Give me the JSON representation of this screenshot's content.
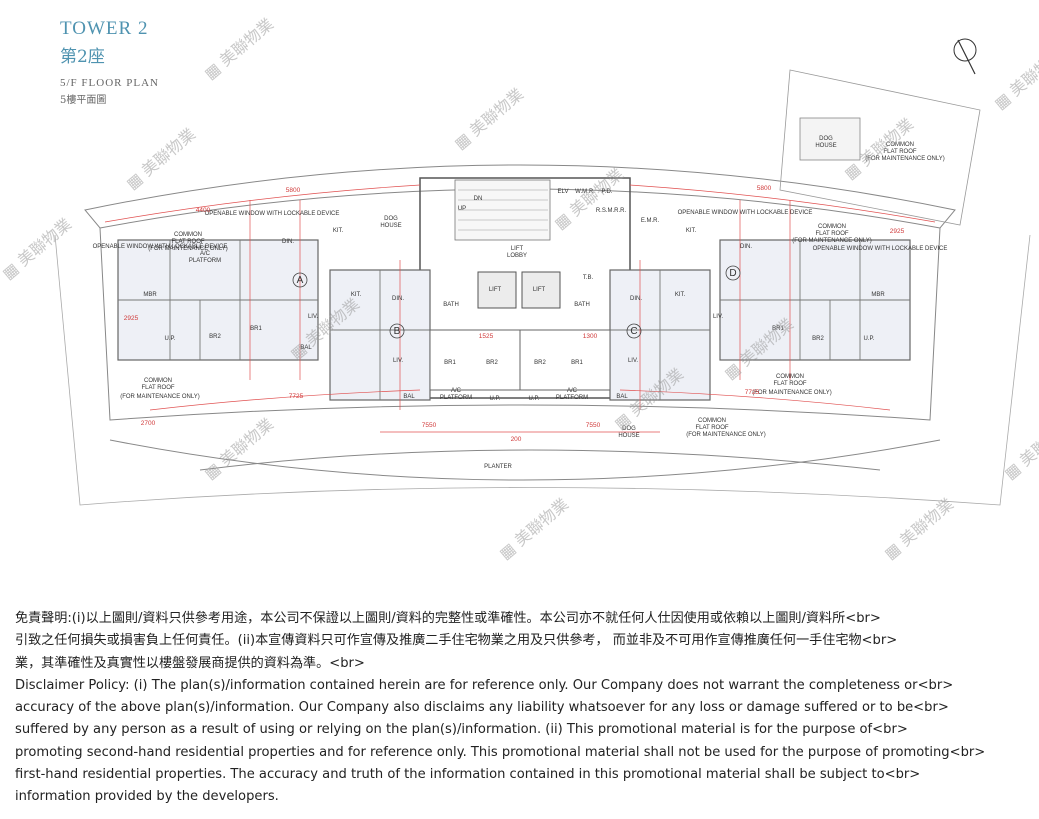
{
  "title": {
    "tower_en": "TOWER 2",
    "tower_zh": "第2座",
    "floor_en": "5/F FLOOR PLAN",
    "floor_zh": "5樓平面圖"
  },
  "watermark": "美聯物業",
  "units": [
    "A",
    "B",
    "C",
    "D"
  ],
  "rooms": {
    "mbr": "MBR",
    "br1": "BR1",
    "br2": "BR2",
    "liv": "LIV.",
    "din": "DIN.",
    "kit": "KIT.",
    "bath": "BATH",
    "bal": "BAL",
    "up": "U.P.",
    "lift": "LIFT",
    "lift_lobby": "LIFT\nLOBBY",
    "dog_house": "DOG\nHOUSE",
    "ac_platform": "A/C\nPLATFORM",
    "common_flat_roof": "COMMON\nFLAT ROOF",
    "maintenance": "(FOR MAINTENANCE ONLY)",
    "planter": "PLANTER",
    "elv": "ELV",
    "wmr": "W.M.R.",
    "pd": "P.D.",
    "rsmrr": "R.S.M.R.R.",
    "tb": "T.B.",
    "emr": "E.M.R.",
    "dn": "DN",
    "up_stair": "UP",
    "window": "OPENABLE WINDOW WITH LOCKABLE DEVICE"
  },
  "dimensions": [
    "5800",
    "4400",
    "2925",
    "7725",
    "2700",
    "7550",
    "200",
    "1525",
    "1300",
    "5800",
    "2925",
    "7725",
    "7550"
  ],
  "disclaimer": {
    "zh": [
      "免責聲明:(i)以上圖則/資料只供參考用途，本公司不保證以上圖則/資料的完整性或準確性。本公司亦不就任何人仕因使用或依賴以上圖則/資料所<br>",
      "引致之任何損失或損害負上任何責任。(ii)本宣傳資料只可作宣傳及推廣二手住宅物業之用及只供參考， 而並非及不可用作宣傳推廣任何一手住宅物<br>",
      "業，其準確性及真實性以樓盤發展商提供的資料為準。<br>"
    ],
    "en": [
      "Disclaimer Policy: (i) The plan(s)/information contained herein are for reference only. Our Company does not warrant the completeness or<br>",
      "accuracy of the above plan(s)/information. Our Company also disclaims any liability whatsoever for any loss or damage suffered or to be<br>",
      "suffered by any person as a result of using or relying on the plan(s)/information. (ii) This promotional material is for the purpose of<br>",
      "promoting second-hand residential properties and for reference only. This promotional material shall not be used for the purpose of promoting<br>",
      "first-hand residential properties. The accuracy and truth of the information contained in this promotional material shall be subject to<br>",
      "information provided by the developers."
    ]
  }
}
